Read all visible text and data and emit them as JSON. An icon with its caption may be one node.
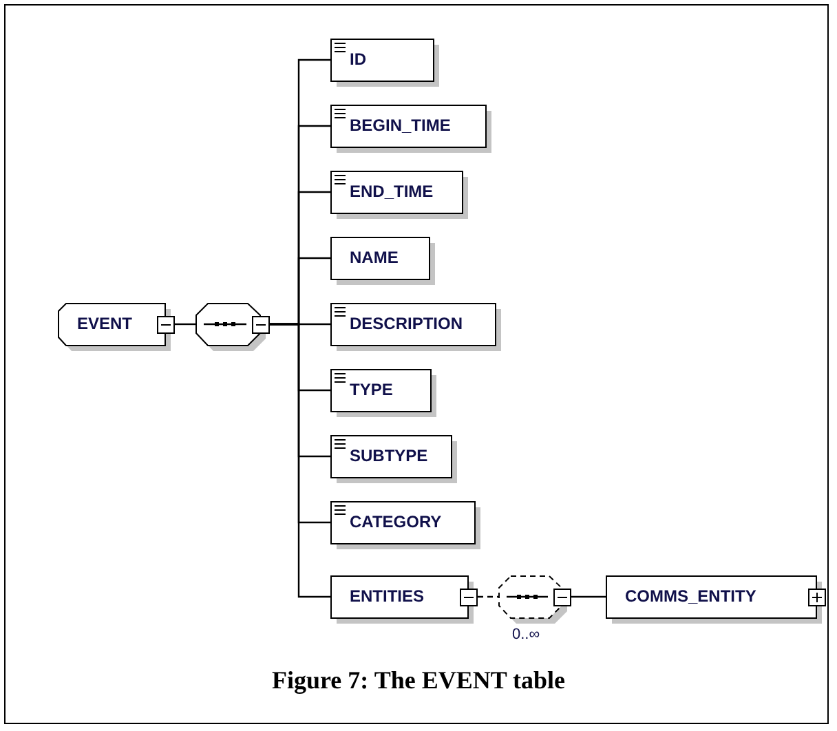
{
  "diagram": {
    "caption": "Figure 7: The EVENT table",
    "nodes": [
      {
        "text": [
          "EVENT"
        ]
      },
      {
        "text": [],
        "shape": "octagon"
      },
      {
        "text": [
          "ID"
        ]
      },
      {
        "text": [
          "BEGIN_TIME"
        ]
      },
      {
        "text": [
          "END_TIME"
        ]
      },
      {
        "text": [
          "NAME"
        ]
      },
      {
        "text": [
          "DESCRIPTION"
        ]
      },
      {
        "text": [
          "TYPE"
        ]
      },
      {
        "text": [
          "SUBTYPE"
        ]
      },
      {
        "text": [
          "CATEGORY"
        ]
      },
      {
        "text": [
          "ENTITIES"
        ]
      },
      {
        "text": [],
        "shape": "octagon",
        "beside": [
          "0..∞"
        ]
      },
      {
        "text": [
          "COMMS_ENTITY"
        ]
      }
    ],
    "edges": [
      {
        "from": 0,
        "to": 1,
        "arrow": "none"
      },
      {
        "from": 1,
        "to": 2,
        "arrow": "none"
      },
      {
        "from": 1,
        "to": 3,
        "arrow": "none"
      },
      {
        "from": 1,
        "to": 4,
        "arrow": "none"
      },
      {
        "from": 1,
        "to": 5,
        "arrow": "none"
      },
      {
        "from": 1,
        "to": 6,
        "arrow": "none"
      },
      {
        "from": 1,
        "to": 7,
        "arrow": "none"
      },
      {
        "from": 1,
        "to": 8,
        "arrow": "none"
      },
      {
        "from": 1,
        "to": 9,
        "arrow": "none"
      },
      {
        "from": 1,
        "to": 10,
        "arrow": "none"
      },
      {
        "from": 10,
        "to": 11,
        "arrow": "none",
        "style": "dashed"
      },
      {
        "from": 11,
        "to": 12,
        "arrow": "none"
      }
    ]
  }
}
